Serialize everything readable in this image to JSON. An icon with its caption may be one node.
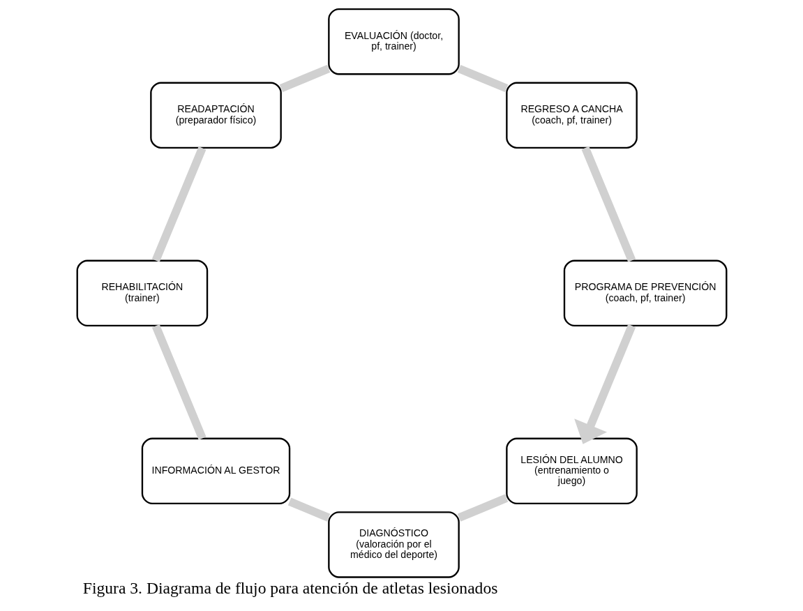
{
  "diagram": {
    "caption": "Figura 3. Diagrama de flujo para atención de atletas lesionados",
    "nodes": [
      {
        "text": [
          "LESIÓN DEL ALUMNO",
          "(entrenamiento o juego)"
        ]
      },
      {
        "text": [
          "DIAGNÓSTICO",
          "(valoración por el médico del deporte)"
        ]
      },
      {
        "text": [
          "INFORMACIÓN AL GESTOR"
        ]
      },
      {
        "text": [
          "REHABILITACIÓN",
          "(trainer)"
        ]
      },
      {
        "text": [
          "READAPTACIÓN",
          "(preparador físico)"
        ]
      },
      {
        "text": [
          "EVALUACIÓN (doctor, pf, trainer)"
        ]
      },
      {
        "text": [
          "REGRESO A CANCHA",
          "(coach, pf, trainer)"
        ]
      },
      {
        "text": [
          "PROGRAMA DE PREVENCIÓN",
          "(coach, pf, trainer)"
        ]
      }
    ],
    "edges": [
      {
        "from": 0,
        "to": 1,
        "arrow": "none"
      },
      {
        "from": 1,
        "to": 2,
        "arrow": "none"
      },
      {
        "from": 2,
        "to": 3,
        "arrow": "none"
      },
      {
        "from": 3,
        "to": 4,
        "arrow": "none"
      },
      {
        "from": 4,
        "to": 5,
        "arrow": "none"
      },
      {
        "from": 5,
        "to": 6,
        "arrow": "none"
      },
      {
        "from": 6,
        "to": 7,
        "arrow": "none"
      },
      {
        "from": 7,
        "to": 0,
        "arrow": "to"
      }
    ]
  }
}
